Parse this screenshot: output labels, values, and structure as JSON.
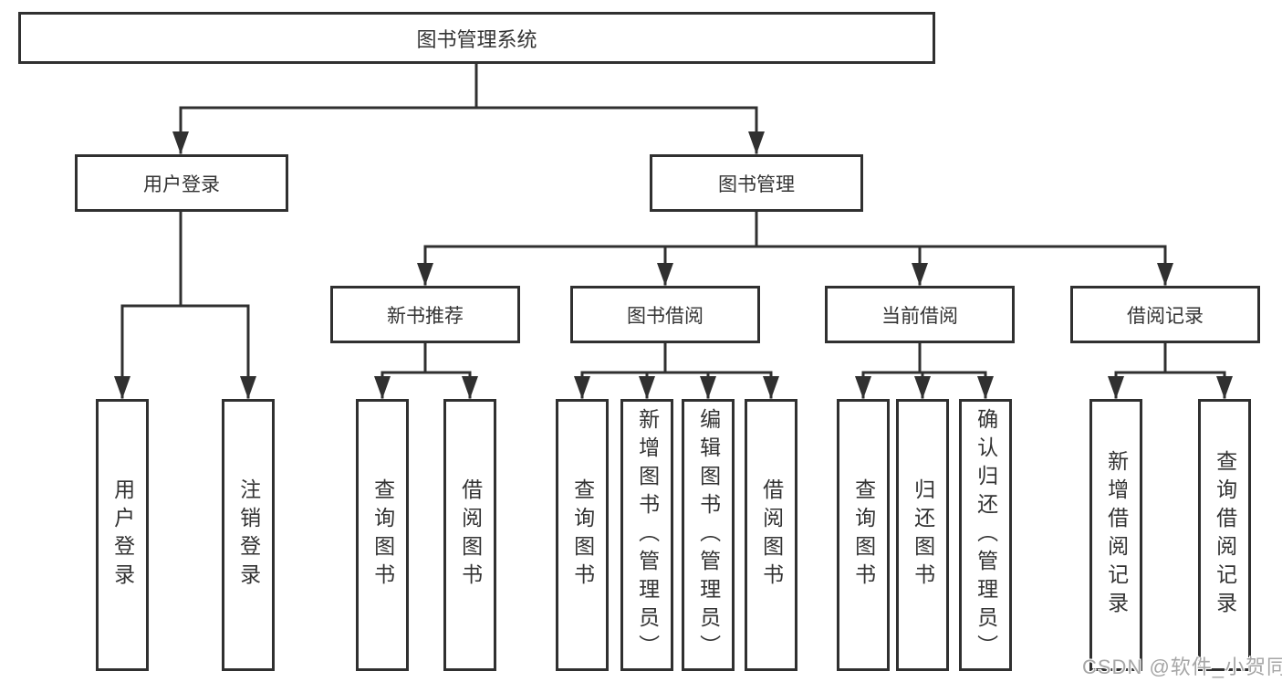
{
  "diagram_title": "图书管理系统",
  "nodes": {
    "root": "图书管理系统",
    "user_login": "用户登录",
    "book_management": "图书管理",
    "new_book_recommend": "新书推荐",
    "book_borrow": "图书借阅",
    "current_borrow": "当前借阅",
    "borrow_record": "借阅记录",
    "leaf_user_login": "用户登录",
    "leaf_logout": "注销登录",
    "leaf_recommend_query": "查询图书",
    "leaf_recommend_borrow": "借阅图书",
    "leaf_borrow_query": "查询图书",
    "leaf_borrow_add": "新增图书（管理员）",
    "leaf_borrow_edit": "编辑图书（管理员）",
    "leaf_borrow_borrow": "借阅图书",
    "leaf_current_query": "查询图书",
    "leaf_current_return": "归还图书",
    "leaf_current_confirm": "确认归还（管理员）",
    "leaf_record_add": "新增借阅记录",
    "leaf_record_query": "查询借阅记录"
  },
  "watermark": "CSDN @软件_小贺同学",
  "colors": {
    "line": "#303030",
    "text": "#333333",
    "watermark": "#a6a6a6",
    "background": "#ffffff"
  }
}
